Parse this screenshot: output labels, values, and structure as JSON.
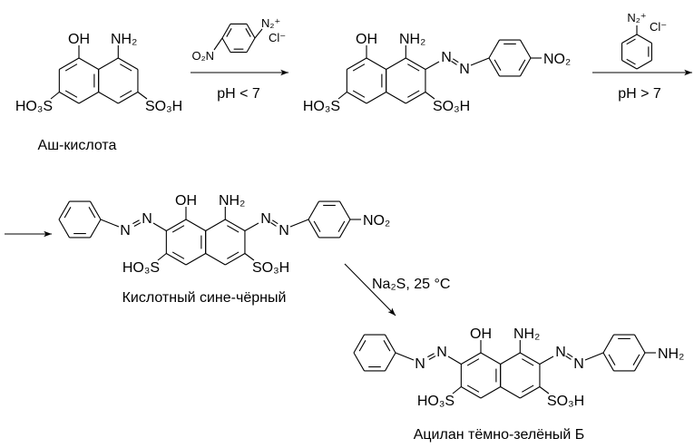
{
  "molecules": [
    {
      "name": "Аш-кислота",
      "oh": "OH",
      "nh2": "NH₂",
      "left_so3h": "HO₃S",
      "right_so3h": "SO₃H"
    },
    {
      "name": "",
      "oh": "OH",
      "nh2": "NH₂",
      "left_so3h": "HO₃S",
      "right_so3h": "SO₃H",
      "right_azo": [
        "N",
        "N"
      ],
      "right_tail": "NO₂"
    },
    {
      "name": "Кислотный сине-чёрный",
      "oh": "OH",
      "nh2": "NH₂",
      "left_so3h": "HO₃S",
      "right_so3h": "SO₃H",
      "left_azo": [
        "N",
        "N"
      ],
      "right_azo": [
        "N",
        "N"
      ],
      "right_tail": "NO₂"
    },
    {
      "name": "Ацилан тёмно-зелёный Б",
      "oh": "OH",
      "nh2": "NH₂",
      "left_so3h": "HO₃S",
      "right_so3h": "SO₃H",
      "left_azo": [
        "N",
        "N"
      ],
      "right_azo": [
        "N",
        "N"
      ],
      "right_tail": "NH₂"
    }
  ],
  "steps": [
    {
      "reagent_group": "O₂N",
      "reagent_diazo": "N₂⁺",
      "reagent_anion": "Cl⁻",
      "condition": "pH < 7"
    },
    {
      "reagent_diazo": "N₂⁺",
      "reagent_anion": "Cl⁻",
      "condition": "pH > 7"
    },
    {
      "condition": "Na₂S, 25 °C"
    }
  ]
}
